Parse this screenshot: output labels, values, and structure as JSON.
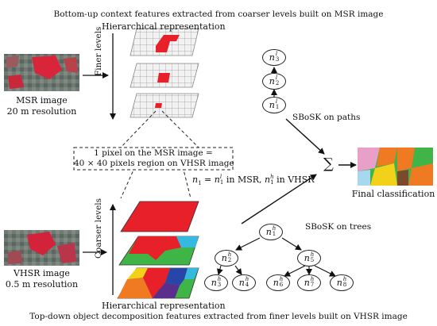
{
  "top_caption": "Bottom-up context features extracted from coarser levels built on MSR image",
  "bottom_caption": "Top-down object decomposition features extracted from finer levels built on VHSR image",
  "hier_top_label": "Hierarchical representation",
  "hier_bottom_label": "Hierarchical representation",
  "finer_levels": "Finer levels",
  "coarser_levels": "Coarser levels",
  "msr": {
    "line1": "MSR image",
    "line2": "20 m resolution"
  },
  "vhsr": {
    "line1": "VHSR image",
    "line2": "0.5 m resolution"
  },
  "pixel_note": {
    "line1": "1 pixel on the MSR image  =",
    "line2": "40 × 40 pixels region on VHSR image"
  },
  "equation": {
    "n1": "n",
    "n1_sub": "1",
    "eq": " = ",
    "nl": "n",
    "nl_sup": "l",
    "nl_sub": "1",
    "mid": " in MSR, ",
    "nh": "n",
    "nh_sup": "h",
    "nh_sub": "1",
    "end": " in VHSR"
  },
  "sbosk_paths": "SBoSK on paths",
  "sbosk_trees": "SBoSK on trees",
  "final": "Final classification",
  "sum_symbol": "∑",
  "path_nodes": [
    {
      "base": "n",
      "sup": "l",
      "sub": "3"
    },
    {
      "base": "n",
      "sup": "l",
      "sub": "2"
    },
    {
      "base": "n",
      "sup": "l",
      "sub": "1"
    }
  ],
  "tree_nodes": [
    {
      "base": "n",
      "sup": "h",
      "sub": "1"
    },
    {
      "base": "n",
      "sup": "h",
      "sub": "2"
    },
    {
      "base": "n",
      "sup": "h",
      "sub": "5"
    },
    {
      "base": "n",
      "sup": "h",
      "sub": "3"
    },
    {
      "base": "n",
      "sup": "h",
      "sub": "4"
    },
    {
      "base": "n",
      "sup": "h",
      "sub": "6"
    },
    {
      "base": "n",
      "sup": "h",
      "sub": "7"
    },
    {
      "base": "n",
      "sup": "h",
      "sub": "8"
    }
  ],
  "colors": {
    "red": "#e8202a",
    "green": "#3fb548",
    "cyan": "#36b9df",
    "yellow": "#f3d11b",
    "blue": "#2846a8",
    "purple": "#5a2e8c",
    "orange": "#f07a22",
    "grid_fill": "#eeeeee",
    "grid_line": "#9a9a9a"
  }
}
